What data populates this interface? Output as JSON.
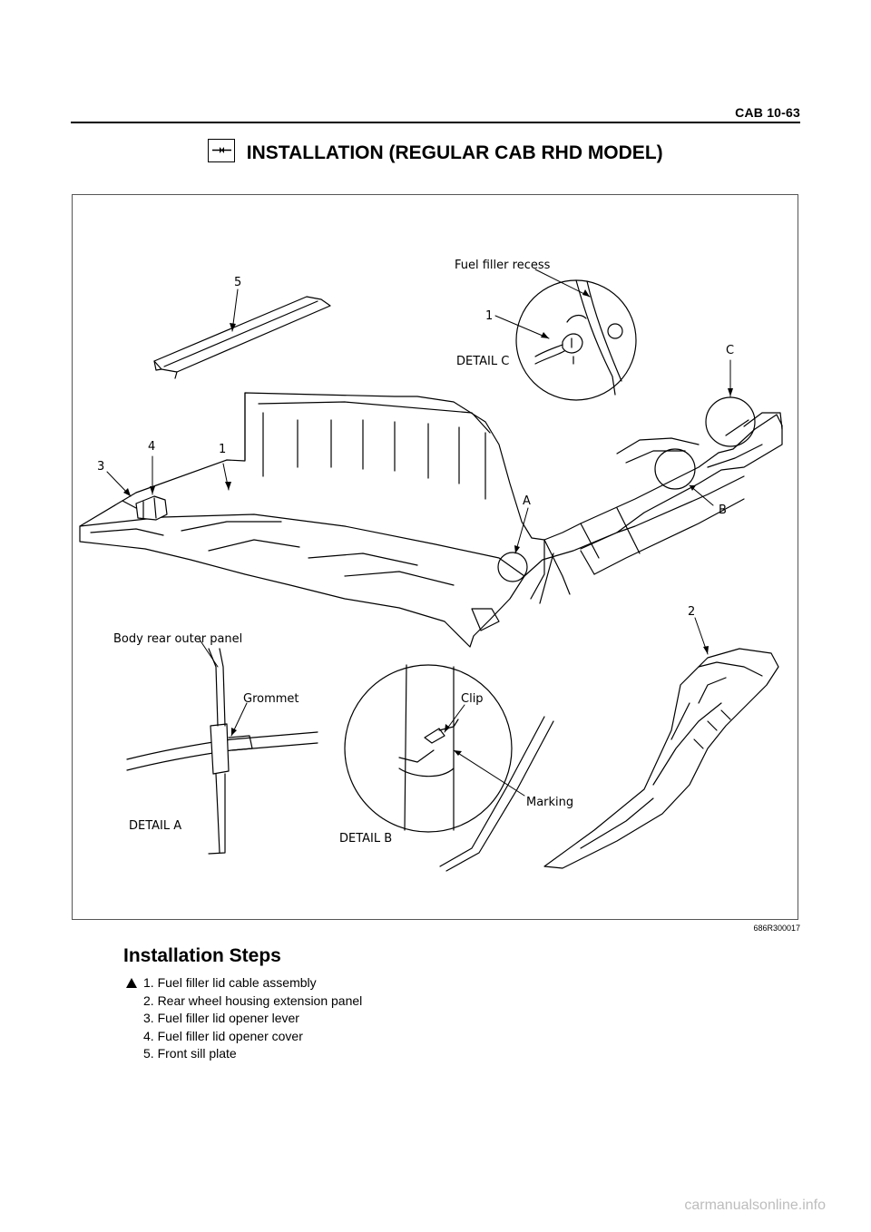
{
  "header": {
    "section": "CAB  10-63"
  },
  "title": {
    "text": "INSTALLATION (REGULAR CAB RHD MODEL)",
    "icon": "install-arrows-icon"
  },
  "figure": {
    "labels": {
      "fuel_filler_recess": "Fuel filler recess",
      "detail_c": "DETAIL C",
      "detail_a": "DETAIL A",
      "detail_b": "DETAIL B",
      "body_rear_outer_panel": "Body rear outer panel",
      "grommet": "Grommet",
      "clip": "Clip",
      "marking": "Marking",
      "callout_a": "A",
      "callout_b": "B",
      "callout_c": "C",
      "num_1_detail": "1",
      "num_1_main": "1",
      "num_2": "2",
      "num_3": "3",
      "num_4": "4",
      "num_5": "5"
    },
    "figure_number": "686R300017"
  },
  "steps": {
    "title": "Installation Steps",
    "items": [
      "1. Fuel filler lid cable assembly",
      "2. Rear wheel housing extension panel",
      "3. Fuel filler lid opener lever",
      "4. Fuel filler lid opener cover",
      "5. Front sill plate"
    ],
    "marker_icon": "triangle-icon"
  },
  "watermark": "carmanualsonline.info"
}
